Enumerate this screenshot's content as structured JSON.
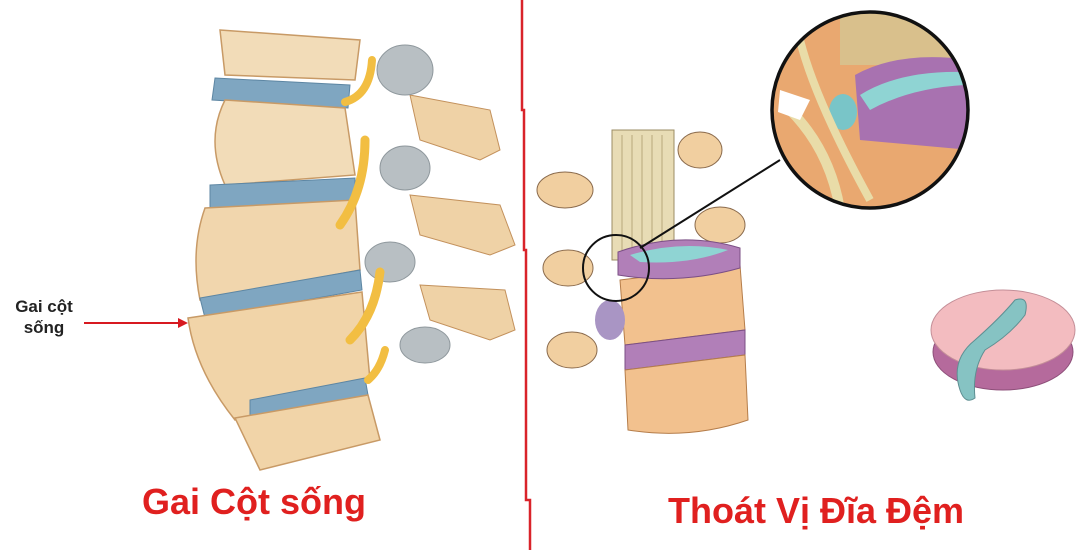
{
  "left_panel": {
    "callout_label_line1": "Gai cột",
    "callout_label_line2": "sống",
    "caption": "Gai Cột sống",
    "illustration": "spine-with-bone-spurs-side-view"
  },
  "right_panel": {
    "caption": "Thoát Vị Đĩa Đệm",
    "illustration_main": "herniated-disc-spine-view",
    "illustration_zoom": "magnified-herniation-detail",
    "illustration_disc": "herniated-disc-cross-section"
  },
  "colors": {
    "caption_red": "#e0201f",
    "divider_red": "#d9232a",
    "arrow_red": "#d71920",
    "bone": "#f2d9b3",
    "bone_shadow": "#d9a36b",
    "disc_blue": "#7aa3c0",
    "nerve_yellow": "#f5c14a",
    "spur_gray": "#b7bec4",
    "disc_purple": "#b07bb8",
    "nucleus_cyan": "#8fd3d4",
    "disc_pink": "#f2b8bd"
  }
}
